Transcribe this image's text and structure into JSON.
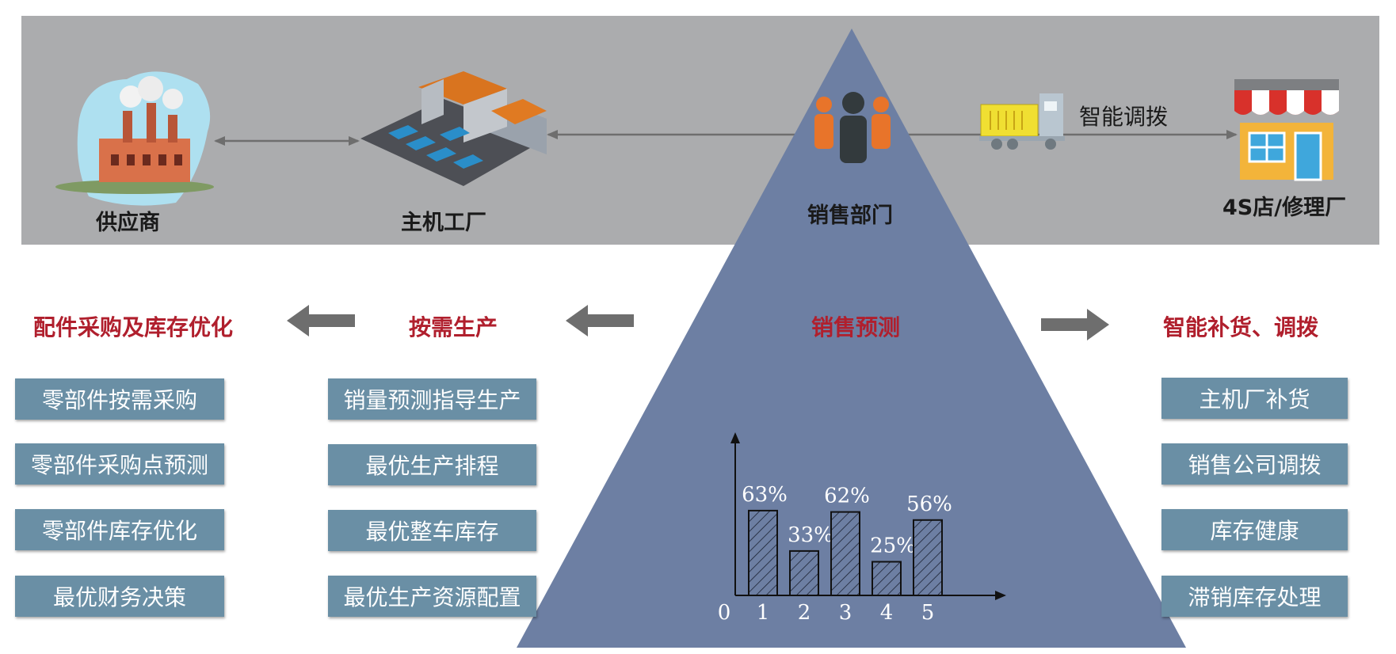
{
  "top_row": {
    "supplier": "供应商",
    "factory": "主机工厂",
    "sales_dept": "销售部门",
    "dealer": "4S店/修理厂",
    "transfer_label": "智能调拨"
  },
  "headers": {
    "parts": "配件采购及库存优化",
    "production": "按需生产",
    "forecast": "销售预测",
    "replenish": "智能补货、调拨"
  },
  "columns": {
    "parts": [
      "零部件按需采购",
      "零部件采购点预测",
      "零部件库存优化",
      "最优财务决策"
    ],
    "production": [
      "销量预测指导生产",
      "最优生产排程",
      "最优整车库存",
      "最优生产资源配置"
    ],
    "replenish": [
      "主机厂补货",
      "销售公司调拨",
      "库存健康",
      "滞销库存处理"
    ]
  },
  "colors": {
    "band": "#abacae",
    "triangle": "#6d7fa3",
    "header_red": "#b01f2d",
    "box_blue": "#6a8fa5",
    "arrow_gray": "#6e6e6e"
  },
  "chart_data": {
    "type": "bar",
    "origin_label": "0",
    "categories": [
      "1",
      "2",
      "3",
      "4",
      "5"
    ],
    "values": [
      63,
      33,
      62,
      25,
      56
    ],
    "value_labels": [
      "63%",
      "33%",
      "62%",
      "25%",
      "56%"
    ],
    "ylim": [
      0,
      100
    ],
    "pattern": "diagonal-hatch"
  }
}
